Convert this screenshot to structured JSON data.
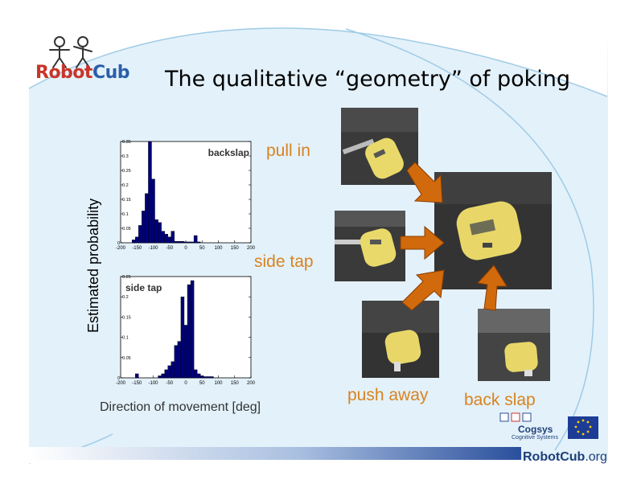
{
  "slide": {
    "title": "The qualitative “geometry” of poking",
    "logo_text_robot": "Robot",
    "logo_text_cub": "Cub",
    "y_axis_label": "Estimated probability",
    "x_axis_label": "Direction of movement [deg]",
    "action_labels": {
      "pull_in": "pull in",
      "side_tap": "side tap",
      "push_away": "push away",
      "back_slap": "back slap"
    },
    "footer": {
      "site_bold": "RobotCub",
      "site_tld": ".org",
      "cogsys": "Cogsys",
      "cogsys_sub": "Cognitive Systems"
    },
    "colors": {
      "bar": "#00007a",
      "label_orange": "#d9831f",
      "arrow_orange": "#d16a0c",
      "background_blue": "#e3f1fa"
    }
  },
  "chart_data": [
    {
      "type": "bar",
      "title": "backslap",
      "x_tick_labels": [
        "-200",
        "-150",
        "-100",
        "-50",
        "0",
        "50",
        "100",
        "150",
        "200"
      ],
      "y_tick_labels": [
        "0",
        "0.05",
        "0.1",
        "0.15",
        "0.2",
        "0.25",
        "0.3",
        "0.35"
      ],
      "xlim": [
        -200,
        200
      ],
      "ylim": [
        0,
        0.35
      ],
      "bin_width": 10,
      "x": [
        -160,
        -150,
        -140,
        -130,
        -120,
        -110,
        -100,
        -90,
        -80,
        -70,
        -60,
        -50,
        -40,
        -30,
        -20,
        -10,
        0,
        10,
        20,
        30,
        40
      ],
      "values": [
        0.01,
        0.02,
        0.06,
        0.11,
        0.17,
        0.35,
        0.22,
        0.08,
        0.07,
        0.04,
        0.03,
        0.02,
        0.04,
        0.005,
        0.005,
        0.005,
        0.003,
        0.003,
        0.003,
        0.025,
        0.003
      ]
    },
    {
      "type": "bar",
      "title": "side tap",
      "x_tick_labels": [
        "-200",
        "-150",
        "-100",
        "-50",
        "0",
        "50",
        "100",
        "150",
        "200"
      ],
      "y_tick_labels": [
        "0",
        "0.05",
        "0.1",
        "0.15",
        "0.2",
        "0.25"
      ],
      "xlim": [
        -200,
        200
      ],
      "ylim": [
        0,
        0.25
      ],
      "bin_width": 10,
      "x": [
        -150,
        -80,
        -70,
        -60,
        -50,
        -40,
        -30,
        -20,
        -10,
        0,
        10,
        20,
        30,
        40,
        50,
        60,
        70,
        80
      ],
      "values": [
        0.01,
        0.005,
        0.01,
        0.02,
        0.03,
        0.04,
        0.08,
        0.09,
        0.2,
        0.13,
        0.23,
        0.24,
        0.02,
        0.01,
        0.005,
        0.003,
        0.003,
        0.003
      ]
    }
  ]
}
